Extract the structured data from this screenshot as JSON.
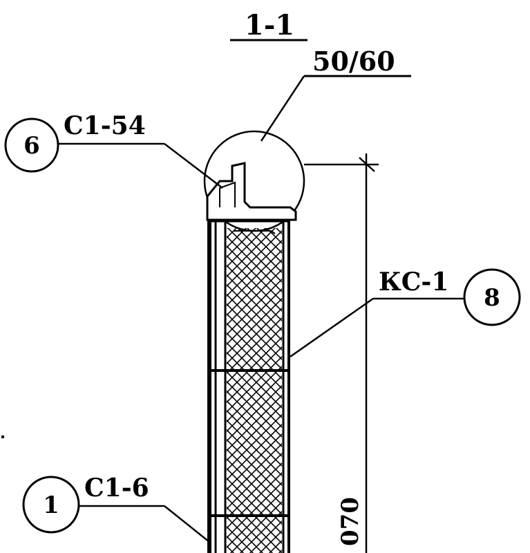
{
  "drawing": {
    "section_title": "1-1",
    "detail_callout": "50/60",
    "dimension_value": "070"
  },
  "callouts": [
    {
      "number": "6",
      "code": "С1-54"
    },
    {
      "number": "8",
      "code": "КС-1"
    },
    {
      "number": "1",
      "code": "С1-6"
    }
  ],
  "colors": {
    "ink": "#000000",
    "paper": "#ffffff"
  }
}
